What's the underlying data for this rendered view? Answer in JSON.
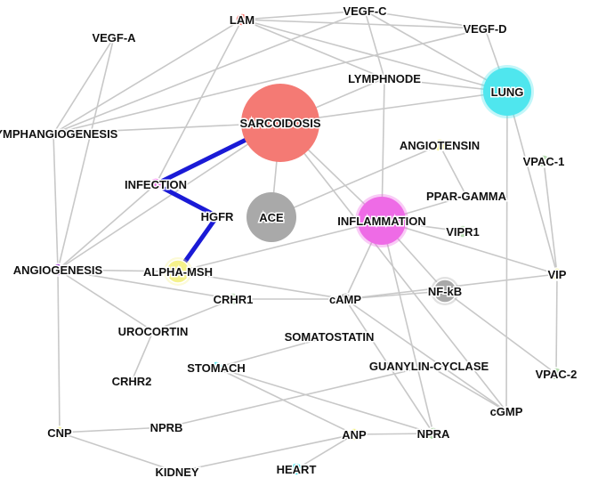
{
  "palette": {
    "red": "#f47a74",
    "gray": "#a9a9a9",
    "magenta": "#ee6be6",
    "cyan": "#4fe6ee",
    "yellow": "#f5f28a",
    "green": "#b7dcb0",
    "purple": "#a64ad6",
    "edge": "#c8c8c8",
    "strong_edge": "#1a1ad6"
  },
  "nodes": [
    {
      "id": "lam",
      "label": "LAM",
      "color": "red",
      "size": "small"
    },
    {
      "id": "vegf-c",
      "label": "VEGF-C",
      "color": "none",
      "size": "dot"
    },
    {
      "id": "vegf-a",
      "label": "VEGF-A",
      "color": "none",
      "size": "dot"
    },
    {
      "id": "vegf-d",
      "label": "VEGF-D",
      "color": "none",
      "size": "dot"
    },
    {
      "id": "lymphnode",
      "label": "LYMPHNODE",
      "color": "cyan",
      "size": "dot"
    },
    {
      "id": "lung",
      "label": "LUNG",
      "color": "cyan",
      "size": "large"
    },
    {
      "id": "sarcoidosis",
      "label": "SARCOIDOSIS",
      "color": "red",
      "size": "huge"
    },
    {
      "id": "lymphangiogenesis",
      "label": "LYMPHANGIOGENESIS",
      "color": "magenta",
      "size": "dot"
    },
    {
      "id": "angiotensin",
      "label": "ANGIOTENSIN",
      "color": "yellow",
      "size": "small"
    },
    {
      "id": "vpac-1",
      "label": "VPAC-1",
      "color": "green",
      "size": "small"
    },
    {
      "id": "infection",
      "label": "INFECTION",
      "color": "magenta",
      "size": "small"
    },
    {
      "id": "ppar-gamma",
      "label": "PPAR-GAMMA",
      "color": "none",
      "size": "dot"
    },
    {
      "id": "hgfr",
      "label": "HGFR",
      "color": "none",
      "size": "dot"
    },
    {
      "id": "ace",
      "label": "ACE",
      "color": "gray",
      "size": "big"
    },
    {
      "id": "inflammation",
      "label": "INFLAMMATION",
      "color": "magenta",
      "size": "large"
    },
    {
      "id": "vipr1",
      "label": "VIPR1",
      "color": "green",
      "size": "small"
    },
    {
      "id": "angiogenesis",
      "label": "ANGIOGENESIS",
      "color": "purple",
      "size": "small"
    },
    {
      "id": "alpha-msh",
      "label": "ALPHA-MSH",
      "color": "yellow",
      "size": "medium"
    },
    {
      "id": "vip",
      "label": "VIP",
      "color": "yellow",
      "size": "small"
    },
    {
      "id": "crhr1",
      "label": "CRHR1",
      "color": "green",
      "size": "small"
    },
    {
      "id": "camp",
      "label": "cAMP",
      "color": "gray",
      "size": "small"
    },
    {
      "id": "nf-kb",
      "label": "NF-kB",
      "color": "gray",
      "size": "medium"
    },
    {
      "id": "urocortin",
      "label": "UROCORTIN",
      "color": "none",
      "size": "dot"
    },
    {
      "id": "somatostatin",
      "label": "SOMATOSTATIN",
      "color": "none",
      "size": "dot"
    },
    {
      "id": "stomach",
      "label": "STOMACH",
      "color": "cyan",
      "size": "small"
    },
    {
      "id": "guanylin-cyclase",
      "label": "GUANYLIN-CYCLASE",
      "color": "none",
      "size": "dot"
    },
    {
      "id": "vpac-2",
      "label": "VPAC-2",
      "color": "green",
      "size": "small"
    },
    {
      "id": "crhr2",
      "label": "CRHR2",
      "color": "none",
      "size": "dot"
    },
    {
      "id": "cgmp",
      "label": "cGMP",
      "color": "none",
      "size": "dot"
    },
    {
      "id": "cnp",
      "label": "CNP",
      "color": "yellow",
      "size": "small"
    },
    {
      "id": "nprb",
      "label": "NPRB",
      "color": "none",
      "size": "dot"
    },
    {
      "id": "anp",
      "label": "ANP",
      "color": "yellow",
      "size": "small"
    },
    {
      "id": "npra",
      "label": "NPRA",
      "color": "green",
      "size": "small"
    },
    {
      "id": "kidney",
      "label": "KIDNEY",
      "color": "none",
      "size": "dot"
    },
    {
      "id": "heart",
      "label": "HEART",
      "color": "cyan",
      "size": "small"
    }
  ],
  "edges": [
    {
      "from": "sarcoidosis",
      "to": "infection",
      "strong": true
    },
    {
      "from": "infection",
      "to": "hgfr",
      "strong": true
    },
    {
      "from": "hgfr",
      "to": "alpha-msh",
      "strong": true
    },
    {
      "from": "lam",
      "to": "vegf-c",
      "strong": false
    },
    {
      "from": "lam",
      "to": "vegf-d",
      "strong": false
    },
    {
      "from": "lam",
      "to": "lung",
      "strong": false
    },
    {
      "from": "lam",
      "to": "lymphangiogenesis",
      "strong": false
    },
    {
      "from": "lam",
      "to": "infection",
      "strong": false
    },
    {
      "from": "lam",
      "to": "lymphnode",
      "strong": false
    },
    {
      "from": "vegf-c",
      "to": "vegf-d",
      "strong": false
    },
    {
      "from": "vegf-c",
      "to": "lymphnode",
      "strong": false
    },
    {
      "from": "vegf-c",
      "to": "lymphangiogenesis",
      "strong": false
    },
    {
      "from": "vegf-c",
      "to": "lung",
      "strong": false
    },
    {
      "from": "vegf-a",
      "to": "lymphangiogenesis",
      "strong": false
    },
    {
      "from": "vegf-a",
      "to": "angiogenesis",
      "strong": false
    },
    {
      "from": "vegf-d",
      "to": "lymphangiogenesis",
      "strong": false
    },
    {
      "from": "vegf-d",
      "to": "lung",
      "strong": false
    },
    {
      "from": "lymphnode",
      "to": "sarcoidosis",
      "strong": false
    },
    {
      "from": "lymphnode",
      "to": "lung",
      "strong": false
    },
    {
      "from": "lymphnode",
      "to": "inflammation",
      "strong": false
    },
    {
      "from": "sarcoidosis",
      "to": "lung",
      "strong": false
    },
    {
      "from": "sarcoidosis",
      "to": "lymphangiogenesis",
      "strong": false
    },
    {
      "from": "sarcoidosis",
      "to": "ace",
      "strong": false
    },
    {
      "from": "sarcoidosis",
      "to": "inflammation",
      "strong": false
    },
    {
      "from": "sarcoidosis",
      "to": "angiogenesis",
      "strong": false
    },
    {
      "from": "sarcoidosis",
      "to": "cgmp",
      "strong": false
    },
    {
      "from": "lung",
      "to": "vip",
      "strong": false
    },
    {
      "from": "lung",
      "to": "cgmp",
      "strong": false
    },
    {
      "from": "lymphangiogenesis",
      "to": "angiogenesis",
      "strong": false
    },
    {
      "from": "infection",
      "to": "angiogenesis",
      "strong": false
    },
    {
      "from": "angiotensin",
      "to": "ppar-gamma",
      "strong": false
    },
    {
      "from": "angiotensin",
      "to": "ace",
      "strong": false
    },
    {
      "from": "ppar-gamma",
      "to": "inflammation",
      "strong": false
    },
    {
      "from": "vpac-1",
      "to": "vip",
      "strong": false
    },
    {
      "from": "inflammation",
      "to": "vipr1",
      "strong": false
    },
    {
      "from": "inflammation",
      "to": "camp",
      "strong": false
    },
    {
      "from": "inflammation",
      "to": "nf-kb",
      "strong": false
    },
    {
      "from": "inflammation",
      "to": "npra",
      "strong": false
    },
    {
      "from": "inflammation",
      "to": "alpha-msh",
      "strong": false
    },
    {
      "from": "inflammation",
      "to": "vip",
      "strong": false
    },
    {
      "from": "angiogenesis",
      "to": "alpha-msh",
      "strong": false
    },
    {
      "from": "angiogenesis",
      "to": "urocortin",
      "strong": false
    },
    {
      "from": "angiogenesis",
      "to": "cnp",
      "strong": false
    },
    {
      "from": "angiogenesis",
      "to": "crhr1",
      "strong": false
    },
    {
      "from": "alpha-msh",
      "to": "camp",
      "strong": false
    },
    {
      "from": "vip",
      "to": "vpac-2",
      "strong": false
    },
    {
      "from": "vip",
      "to": "camp",
      "strong": false
    },
    {
      "from": "crhr1",
      "to": "urocortin",
      "strong": false
    },
    {
      "from": "crhr1",
      "to": "camp",
      "strong": false
    },
    {
      "from": "camp",
      "to": "nf-kb",
      "strong": false
    },
    {
      "from": "camp",
      "to": "cgmp",
      "strong": false
    },
    {
      "from": "nf-kb",
      "to": "vpac-2",
      "strong": false
    },
    {
      "from": "urocortin",
      "to": "crhr2",
      "strong": false
    },
    {
      "from": "somatostatin",
      "to": "stomach",
      "strong": false
    },
    {
      "from": "stomach",
      "to": "anp",
      "strong": false
    },
    {
      "from": "stomach",
      "to": "npra",
      "strong": false
    },
    {
      "from": "guanylin-cyclase",
      "to": "cgmp",
      "strong": false
    },
    {
      "from": "guanylin-cyclase",
      "to": "nprb",
      "strong": false
    },
    {
      "from": "cnp",
      "to": "nprb",
      "strong": false
    },
    {
      "from": "cnp",
      "to": "kidney",
      "strong": false
    },
    {
      "from": "anp",
      "to": "npra",
      "strong": false
    },
    {
      "from": "anp",
      "to": "kidney",
      "strong": false
    },
    {
      "from": "anp",
      "to": "heart",
      "strong": false
    },
    {
      "from": "npra",
      "to": "camp",
      "strong": false
    }
  ]
}
